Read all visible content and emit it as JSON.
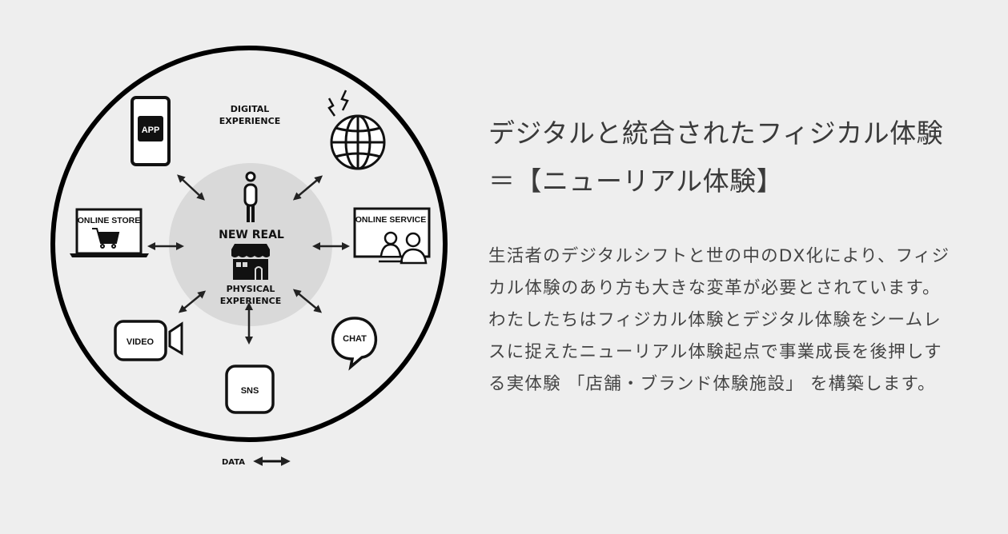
{
  "diagram": {
    "center": {
      "title": "NEW REAL",
      "subtitle_line1": "PHYSICAL",
      "subtitle_line2": "EXPERIENCE"
    },
    "outer_label_line1": "DIGITAL",
    "outer_label_line2": "EXPERIENCE",
    "channels": [
      {
        "label": "APP",
        "icon": "smartphone-icon"
      },
      {
        "label": "",
        "icon": "globe-icon"
      },
      {
        "label": "ONLINE STORE",
        "icon": "laptop-cart-icon"
      },
      {
        "label": "ONLINE SERVICE",
        "icon": "monitor-people-icon"
      },
      {
        "label": "VIDEO",
        "icon": "video-camera-icon"
      },
      {
        "label": "SNS",
        "icon": "sns-box-icon"
      },
      {
        "label": "CHAT",
        "icon": "chat-bubble-icon"
      }
    ],
    "legend": {
      "label": "DATA",
      "icon": "double-arrow-icon"
    },
    "colors": {
      "inner_circle": "#d9d9d9",
      "ring": "#000000",
      "background": "#eeeeee"
    }
  },
  "text": {
    "heading_line1": "デジタルと統合されたフィジカル体験",
    "heading_line2": "＝【ニューリアル体験】",
    "body": "生活者のデジタルシフトと世の中のDX化により、フィジカル体験のあり方も大きな変革が必要とされています。わたしたちはフィジカル体験とデジタル体験をシームレスに捉えたニューリアル体験起点で事業成長を後押しする実体験 「店舗・ブランド体験施設」 を構築します。"
  }
}
